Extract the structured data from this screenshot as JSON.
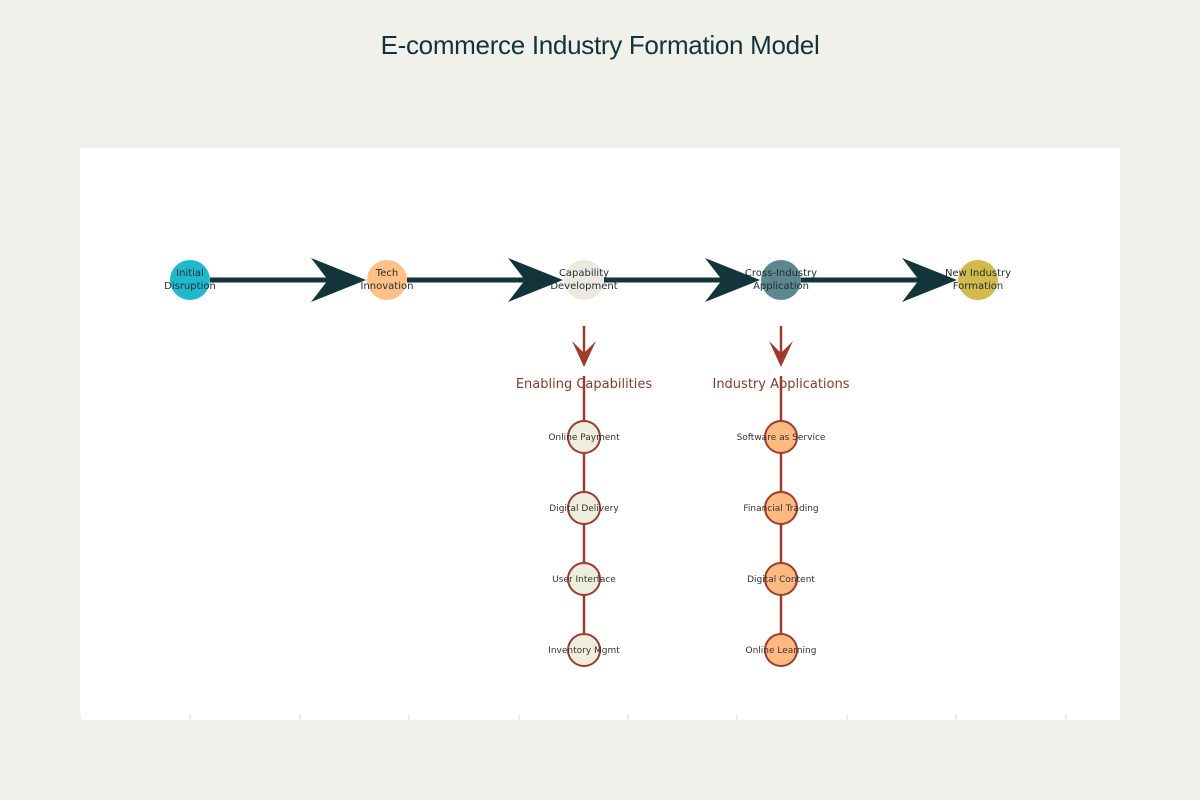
{
  "title": "E-commerce Industry Formation Model",
  "colors": {
    "main_line": "#13343b",
    "branch": "#a03a2c",
    "branch_title": "#8b3a2a",
    "capability_fill": "#eeeede",
    "application_fill": "#ffba81"
  },
  "stages": [
    {
      "id": "initial",
      "lines": [
        "Initial",
        "Disruption"
      ],
      "color": "#1fb8cd"
    },
    {
      "id": "tech",
      "lines": [
        "Tech",
        "Innovation"
      ],
      "color": "#ffc185"
    },
    {
      "id": "capability",
      "lines": [
        "Capability",
        "Development"
      ],
      "color": "#eceadf"
    },
    {
      "id": "cross",
      "lines": [
        "Cross-Industry",
        "Application"
      ],
      "color": "#5d878f"
    },
    {
      "id": "new",
      "lines": [
        "New Industry",
        "Formation"
      ],
      "color": "#d2ba4c"
    }
  ],
  "branches": [
    {
      "from_stage": 2,
      "title": "Enabling Capabilities",
      "items": [
        "Online Payment",
        "Digital Delivery",
        "User Interface",
        "Inventory Mgmt"
      ]
    },
    {
      "from_stage": 3,
      "title": "Industry Applications",
      "items": [
        "Software as Service",
        "Financial Trading",
        "Digital Content",
        "Online Learning"
      ]
    }
  ]
}
